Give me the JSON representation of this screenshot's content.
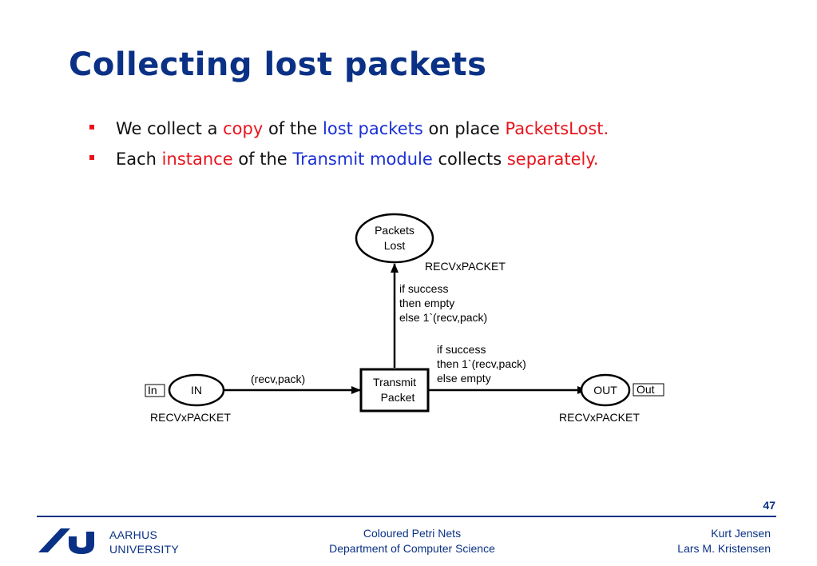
{
  "slide": {
    "title": "Collecting lost packets",
    "bullets": [
      {
        "parts": [
          "We collect a ",
          "copy",
          " of the ",
          "lost packets",
          " on place ",
          "PacketsLost."
        ]
      },
      {
        "parts": [
          "Each ",
          "instance",
          " of the ",
          "Transmit module",
          " collects ",
          "separately."
        ]
      }
    ]
  },
  "diagram": {
    "places": {
      "packets_lost": {
        "line1": "Packets",
        "line2": "Lost",
        "type": "RECVxPACKET"
      },
      "in": {
        "label": "IN",
        "port": "In",
        "type": "RECVxPACKET"
      },
      "out": {
        "label": "OUT",
        "port": "Out",
        "type": "RECVxPACKET"
      }
    },
    "transition": {
      "line1": "Transmit",
      "line2": "Packet"
    },
    "arcs": {
      "in_to_transmit": "(recv,pack)",
      "transmit_to_lost": [
        "if success",
        "then empty",
        "else 1`(recv,pack)"
      ],
      "transmit_to_out": [
        "if success",
        "then 1`(recv,pack)",
        "else empty"
      ]
    }
  },
  "footer": {
    "page_number": "47",
    "university_line1": "AARHUS",
    "university_line2": "UNIVERSITY",
    "center_line1": "Coloured Petri Nets",
    "center_line2": "Department of Computer Science",
    "right_line1": "Kurt Jensen",
    "right_line2": "Lars M. Kristensen"
  },
  "colors": {
    "title": "#0a3185",
    "accent_red": "#e8141c",
    "accent_blue": "#1a2fd6",
    "footer": "#0a3185"
  }
}
